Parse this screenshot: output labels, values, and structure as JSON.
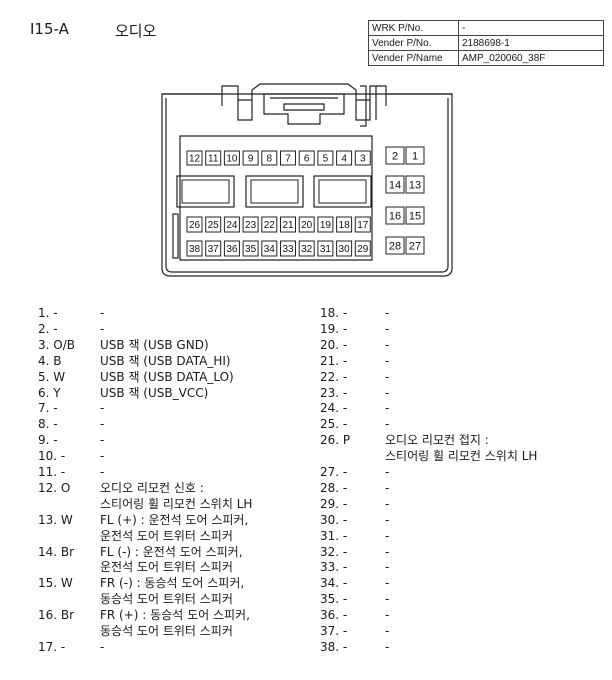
{
  "connector": {
    "id": "I15-A",
    "name": "오디오"
  },
  "info_table": [
    {
      "key": "WRK P/No.",
      "value": "-"
    },
    {
      "key": "Vender P/No.",
      "value": "2188698-1"
    },
    {
      "key": "Vender P/Name",
      "value": "AMP_020060_38F"
    }
  ],
  "diagram": {
    "row1": [
      "12",
      "11",
      "10",
      "9",
      "8",
      "7",
      "6",
      "5",
      "4",
      "3"
    ],
    "row1_right": [
      "2",
      "1"
    ],
    "row2_right": [
      "14",
      "13"
    ],
    "row3": [
      "26",
      "25",
      "24",
      "23",
      "22",
      "21",
      "20",
      "19",
      "18",
      "17"
    ],
    "row3_right": [
      "16",
      "15"
    ],
    "row4": [
      "38",
      "37",
      "36",
      "35",
      "34",
      "33",
      "32",
      "31",
      "30",
      "29"
    ],
    "row4_right": [
      "28",
      "27"
    ]
  },
  "pins_left": [
    {
      "num": "1. -",
      "desc": "-"
    },
    {
      "num": "2. -",
      "desc": "-"
    },
    {
      "num": "3. O/B",
      "desc": "USB 잭 (USB GND)"
    },
    {
      "num": "4. B",
      "desc": "USB 잭 (USB DATA_HI)"
    },
    {
      "num": "5. W",
      "desc": "USB 잭 (USB DATA_LO)"
    },
    {
      "num": "6. Y",
      "desc": "USB 잭 (USB_VCC)"
    },
    {
      "num": "7. -",
      "desc": "-"
    },
    {
      "num": "8. -",
      "desc": "-"
    },
    {
      "num": "9. -",
      "desc": "-"
    },
    {
      "num": "10. -",
      "desc": "-"
    },
    {
      "num": "11. -",
      "desc": "-"
    },
    {
      "num": "12. O",
      "desc": "오디오 리모컨 신호 :"
    },
    {
      "num": "",
      "desc": "스티어링 휠 리모컨 스위치 LH"
    },
    {
      "num": "13. W",
      "desc": "FL (+) : 운전석 도어 스피커,"
    },
    {
      "num": "",
      "desc": "운전석 도어 트위터 스피커"
    },
    {
      "num": "14. Br",
      "desc": "FL (-) : 운전석 도어 스피커,"
    },
    {
      "num": "",
      "desc": "운전석 도어 트위터 스피커"
    },
    {
      "num": "15. W",
      "desc": "FR (-) : 동승석 도어 스피커,"
    },
    {
      "num": "",
      "desc": "동승석 도어 트위터 스피커"
    },
    {
      "num": "16. Br",
      "desc": "FR (+) : 동승석 도어 스피커,"
    },
    {
      "num": "",
      "desc": "동승석 도어 트위터 스피커"
    },
    {
      "num": "17. -",
      "desc": "-"
    }
  ],
  "pins_right": [
    {
      "num": "18. -",
      "desc": "-"
    },
    {
      "num": "19. -",
      "desc": "-"
    },
    {
      "num": "20. -",
      "desc": "-"
    },
    {
      "num": "21. -",
      "desc": "-"
    },
    {
      "num": "22. -",
      "desc": "-"
    },
    {
      "num": "23. -",
      "desc": "-"
    },
    {
      "num": "24. -",
      "desc": "-"
    },
    {
      "num": "25. -",
      "desc": "-"
    },
    {
      "num": "26. P",
      "desc": "오디오 리모컨 접지 :"
    },
    {
      "num": "",
      "desc": "스티어링 휠 리모컨 스위치 LH"
    },
    {
      "num": "27. -",
      "desc": "-"
    },
    {
      "num": "28. -",
      "desc": "-"
    },
    {
      "num": "29. -",
      "desc": "-"
    },
    {
      "num": "30. -",
      "desc": "-"
    },
    {
      "num": "31. -",
      "desc": "-"
    },
    {
      "num": "32. -",
      "desc": "-"
    },
    {
      "num": "33. -",
      "desc": "-"
    },
    {
      "num": "34. -",
      "desc": "-"
    },
    {
      "num": "35. -",
      "desc": "-"
    },
    {
      "num": "36. -",
      "desc": "-"
    },
    {
      "num": "37. -",
      "desc": "-"
    },
    {
      "num": "38. -",
      "desc": "-"
    }
  ]
}
